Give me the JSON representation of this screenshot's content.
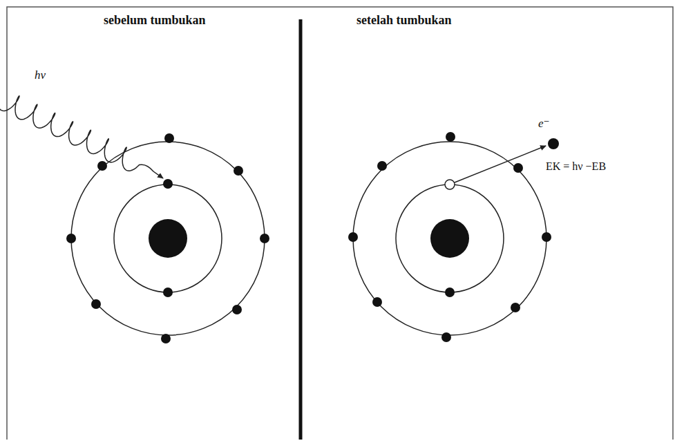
{
  "diagram": {
    "labels": [
      "sebelum tumbukan",
      "setelah tumbukan",
      "hν",
      "e⁻",
      "EK = hν −EB"
    ]
  }
}
